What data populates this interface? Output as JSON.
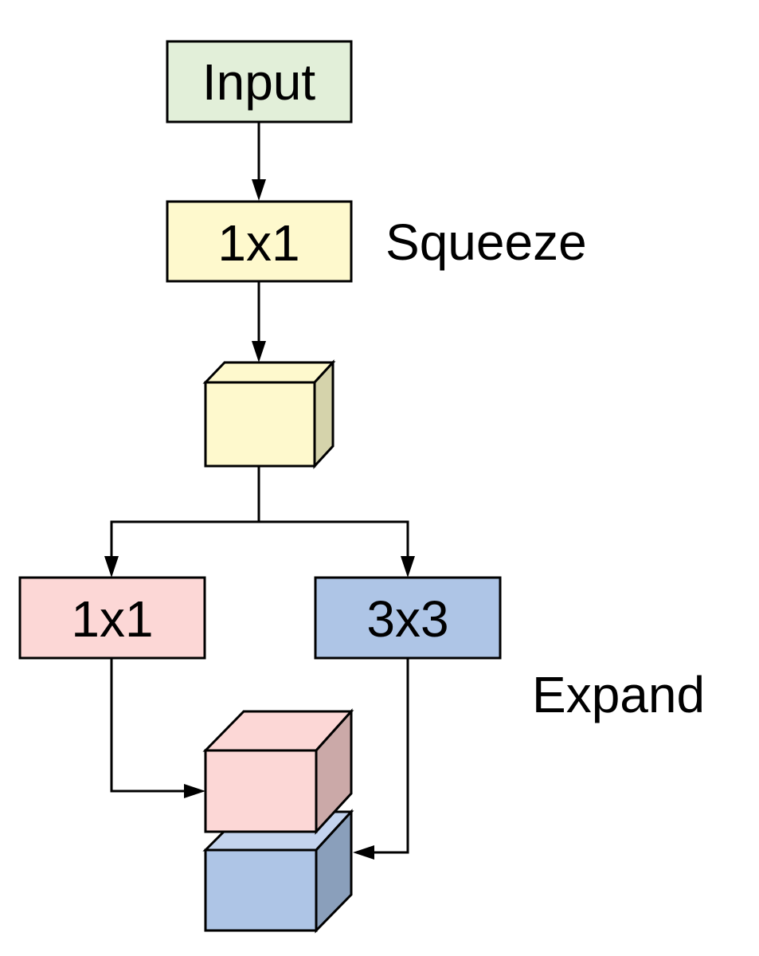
{
  "nodes": {
    "input": {
      "label": "Input"
    },
    "squeeze_conv": {
      "label": "1x1"
    },
    "expand_1x1": {
      "label": "1x1"
    },
    "expand_3x3": {
      "label": "3x3"
    }
  },
  "stages": {
    "squeeze": "Squeeze",
    "expand": "Expand"
  },
  "colors": {
    "input_fill": "#e2efd9",
    "squeeze_fill": "#fef9cd",
    "squeeze_side": "#d5d3ab",
    "expand_1x1_fill": "#fcd7d6",
    "expand_1x1_side": "#cba9a8",
    "expand_3x3_fill": "#aec5e6",
    "expand_3x3_top": "#c3d3ee",
    "expand_3x3_side": "#8a9fbb",
    "stroke": "#000000"
  }
}
